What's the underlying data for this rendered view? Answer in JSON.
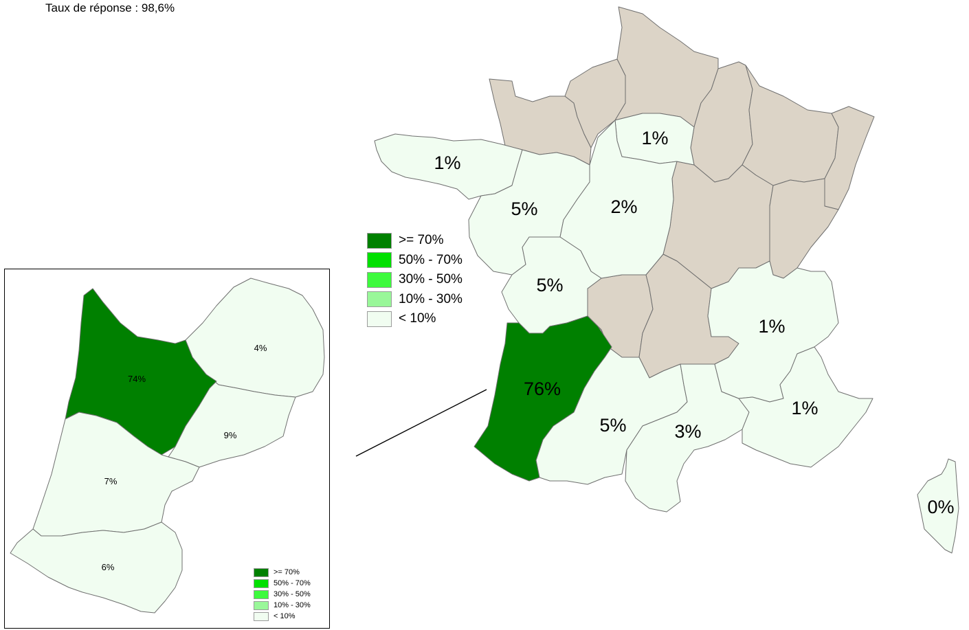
{
  "note": "Taux de réponse : 98,6%",
  "colors": {
    "dark_green": "#008000",
    "green_70": "#00e000",
    "green_50": "#3dfa3d",
    "green_30": "#99f799",
    "pale": "#f1fdf1",
    "no_data": "#dcd4c7",
    "border": "#6e6e6e"
  },
  "legend": [
    {
      "label": ">= 70%",
      "color": "#008000"
    },
    {
      "label": "50% - 70%",
      "color": "#00e000"
    },
    {
      "label": "30% - 50%",
      "color": "#3dfa3d"
    },
    {
      "label": "10% - 30%",
      "color": "#99f799"
    },
    {
      "label": "< 10%",
      "color": "#f1fdf1"
    }
  ],
  "regions": [
    {
      "id": "bretagne",
      "value": "1%"
    },
    {
      "id": "pays-de-la-loire",
      "value": "5%"
    },
    {
      "id": "centre",
      "value": "2%"
    },
    {
      "id": "ile-de-france",
      "value": "1%"
    },
    {
      "id": "poitou-charentes",
      "value": "5%"
    },
    {
      "id": "aquitaine",
      "value": "76%"
    },
    {
      "id": "midi-pyrenees",
      "value": "5%"
    },
    {
      "id": "languedoc-roussillon",
      "value": "3%"
    },
    {
      "id": "rhone-alpes",
      "value": "1%"
    },
    {
      "id": "paca",
      "value": "1%"
    },
    {
      "id": "corse",
      "value": "0%"
    }
  ],
  "inset_departments": [
    {
      "id": "gironde",
      "value": "74%"
    },
    {
      "id": "dordogne",
      "value": "4%"
    },
    {
      "id": "lot-et-garonne",
      "value": "9%"
    },
    {
      "id": "landes",
      "value": "7%"
    },
    {
      "id": "pyrenees-atlantiques",
      "value": "6%"
    }
  ]
}
